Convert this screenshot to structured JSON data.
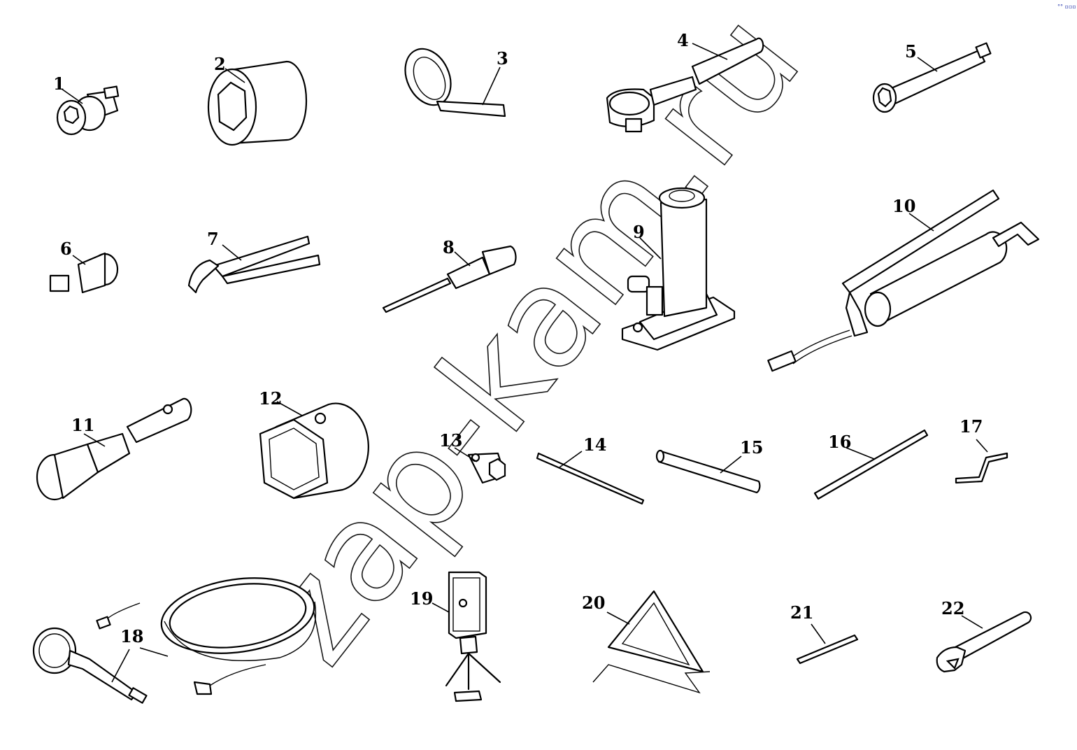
{
  "figure": {
    "watermark": "zap-kam.ru",
    "parts": [
      {
        "id": "1",
        "label": "1"
      },
      {
        "id": "2",
        "label": "2"
      },
      {
        "id": "3",
        "label": "3"
      },
      {
        "id": "4",
        "label": "4"
      },
      {
        "id": "5",
        "label": "5"
      },
      {
        "id": "6",
        "label": "6"
      },
      {
        "id": "7",
        "label": "7"
      },
      {
        "id": "8",
        "label": "8"
      },
      {
        "id": "9",
        "label": "9"
      },
      {
        "id": "10",
        "label": "10"
      },
      {
        "id": "11",
        "label": "11"
      },
      {
        "id": "12",
        "label": "12"
      },
      {
        "id": "13",
        "label": "13"
      },
      {
        "id": "14",
        "label": "14"
      },
      {
        "id": "15",
        "label": "15"
      },
      {
        "id": "16",
        "label": "16"
      },
      {
        "id": "17",
        "label": "17"
      },
      {
        "id": "18",
        "label": "18"
      },
      {
        "id": "19",
        "label": "19"
      },
      {
        "id": "20",
        "label": "20"
      },
      {
        "id": "21",
        "label": "21"
      },
      {
        "id": "22",
        "label": "22"
      }
    ]
  },
  "colors": {
    "ink": "#000000",
    "paper": "#ffffff",
    "corner_mark": "#2233aa"
  }
}
